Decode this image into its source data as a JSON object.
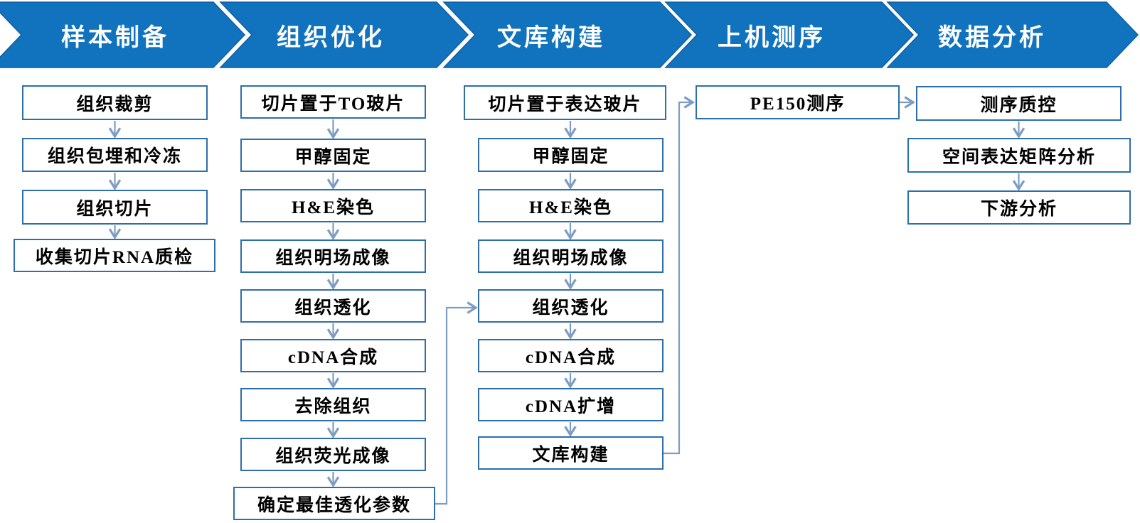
{
  "phases": [
    {
      "label": "样本制备"
    },
    {
      "label": "组织优化"
    },
    {
      "label": "文库构建"
    },
    {
      "label": "上机测序"
    },
    {
      "label": "数据分析"
    }
  ],
  "flow": {
    "sample_prep": [
      "组织裁剪",
      "组织包埋和冷冻",
      "组织切片",
      "收集切片RNA质检"
    ],
    "tissue_optimization": [
      "切片置于TO玻片",
      "甲醇固定",
      "H&E染色",
      "组织明场成像",
      "组织透化",
      "cDNA合成",
      "去除组织",
      "组织荧光成像",
      "确定最佳透化参数"
    ],
    "library_construction": [
      "切片置于表达玻片",
      "甲醇固定",
      "H&E染色",
      "组织明场成像",
      "组织透化",
      "cDNA合成",
      "cDNA扩增",
      "文库构建"
    ],
    "sequencing": [
      "PE150测序"
    ],
    "data_analysis": [
      "测序质控",
      "空间表达矩阵分析",
      "下游分析"
    ]
  },
  "colors": {
    "banner_fill": "#1173BE",
    "banner_edge": "#0E5FA4",
    "box_border": "#2C6FAC",
    "arrow": "#7D9DC2",
    "banner_text": "#FFFFFF",
    "box_text": "#000000"
  }
}
